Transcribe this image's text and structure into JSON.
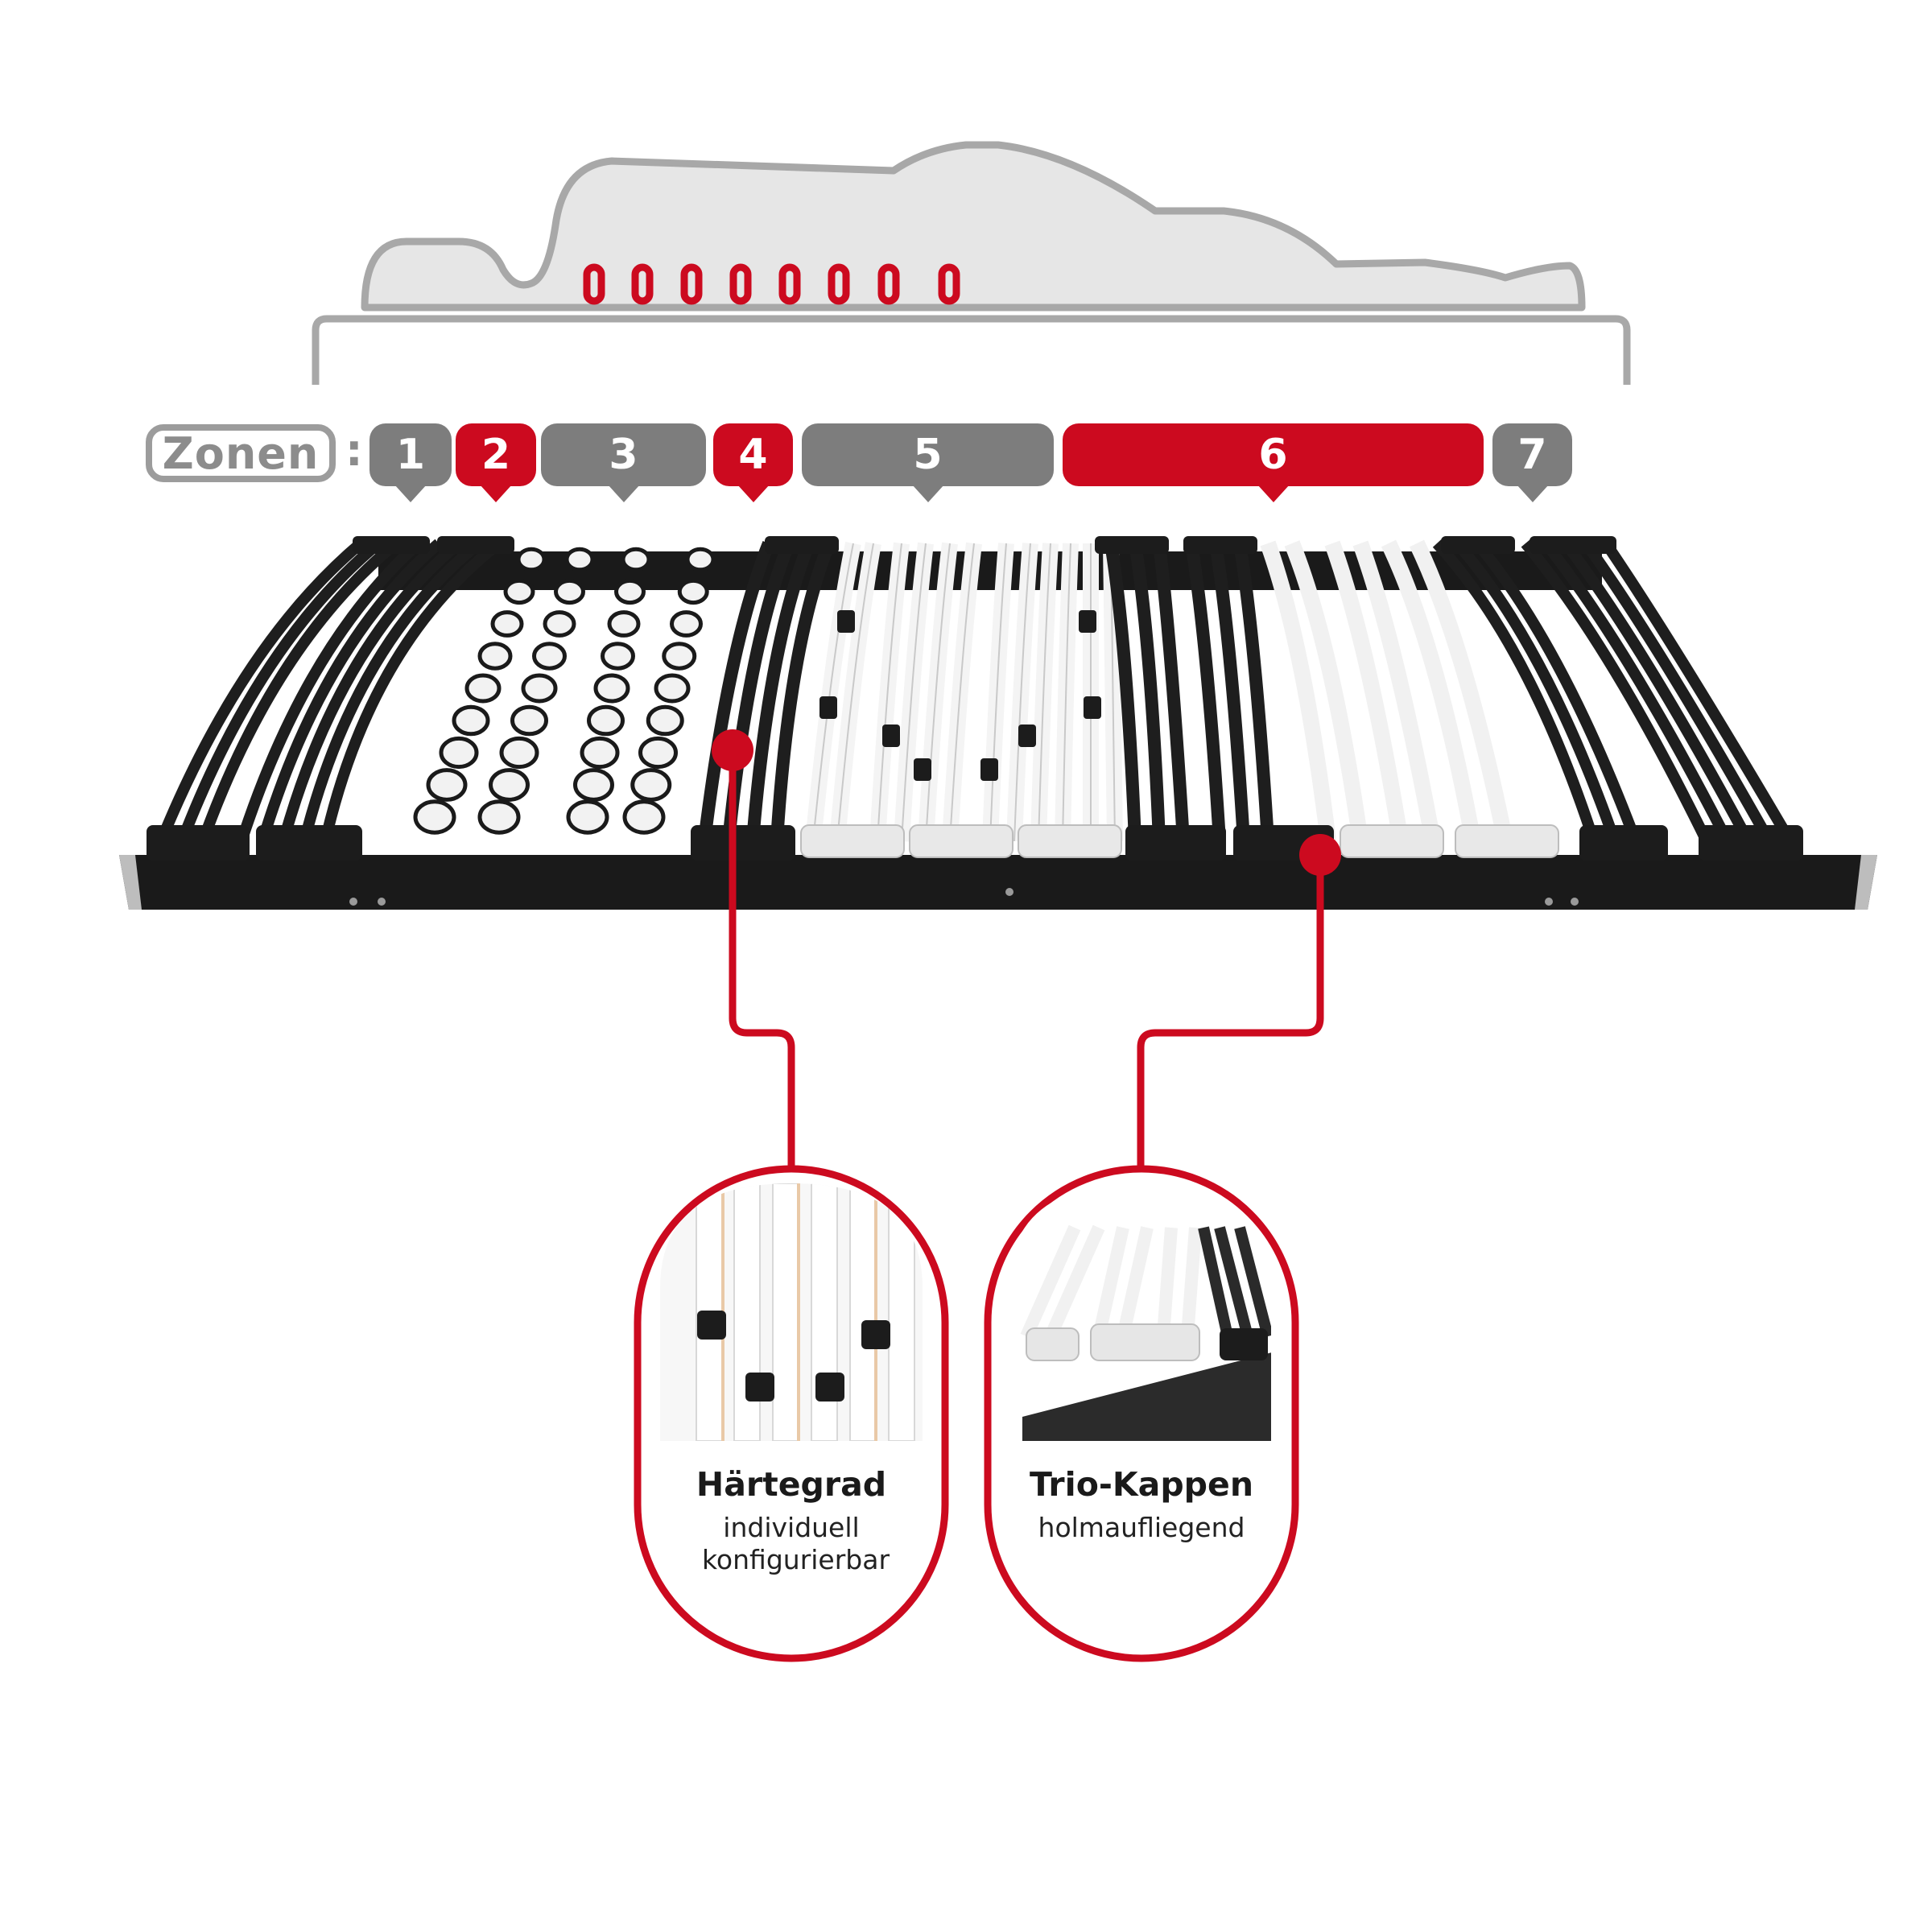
{
  "colors": {
    "accent": "#cc0a1f",
    "neutral": "#7d7d7d",
    "outline": "#a8a8a8",
    "body": "#e6e6e6",
    "frame": "#1a1a1a"
  },
  "zones": {
    "label": "Zonen",
    "separator": ":",
    "items": [
      {
        "label": "1",
        "highlight": false
      },
      {
        "label": "2",
        "highlight": true
      },
      {
        "label": "3",
        "highlight": false
      },
      {
        "label": "4",
        "highlight": true
      },
      {
        "label": "5",
        "highlight": false
      },
      {
        "label": "6",
        "highlight": true
      },
      {
        "label": "7",
        "highlight": false
      }
    ]
  },
  "features": [
    {
      "title": "Härtegrad",
      "subtitle": "individuell konfigurierbar",
      "icon": "slider-clips-detail-icon"
    },
    {
      "title": "Trio-Kappen",
      "subtitle": "holmaufliegend",
      "icon": "trio-caps-detail-icon"
    }
  ]
}
